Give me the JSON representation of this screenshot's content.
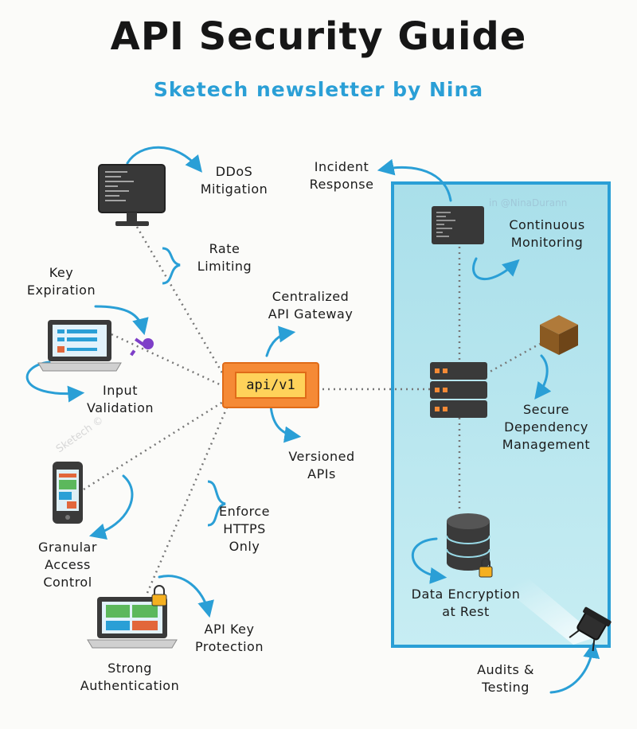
{
  "header": {
    "title": "API Security Guide",
    "subtitle": "Sketech newsletter by Nina"
  },
  "gateway": {
    "label": "api/v1"
  },
  "labels": {
    "ddos": "DDoS\nMitigation",
    "rate_limiting": "Rate\nLimiting",
    "key_expiration": "Key\nExpiration",
    "input_validation": "Input\nValidation",
    "centralized_gateway": "Centralized\nAPI Gateway",
    "versioned_apis": "Versioned\nAPIs",
    "enforce_https": "Enforce\nHTTPS\nOnly",
    "granular_access": "Granular\nAccess\nControl",
    "api_key_protection": "API Key\nProtection",
    "strong_auth": "Strong\nAuthentication",
    "incident_response": "Incident\nResponse",
    "continuous_monitoring": "Continuous\nMonitoring",
    "secure_dependency": "Secure\nDependency\nManagement",
    "data_encryption": "Data Encryption\nat Rest",
    "audits_testing": "Audits &\nTesting"
  },
  "watermarks": {
    "handle": "in @NinaDurann",
    "brand": "Sketech ©"
  },
  "icons": [
    "monitor-icon",
    "laptop-icon",
    "key-icon",
    "phone-icon",
    "laptop-lock-icon",
    "server-icon",
    "box-icon",
    "database-icon",
    "padlock-icon",
    "spotlight-icon",
    "terminal-icon",
    "brace-icon",
    "arrow-icon"
  ],
  "colors": {
    "accent_blue": "#2a9fd6",
    "panel_fill": "#b7e6ef",
    "gateway_orange": "#f58a36",
    "gateway_yellow": "#ffd25a",
    "key_purple": "#7e3fc8"
  }
}
